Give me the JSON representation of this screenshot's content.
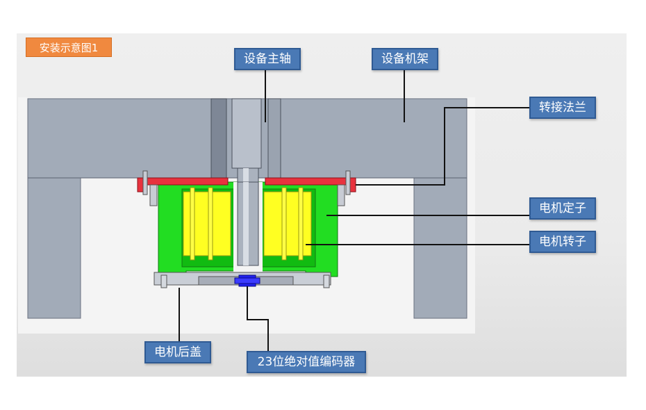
{
  "title_tag": "安装示意图1",
  "callouts": {
    "spindle": "设备主轴",
    "frame": "设备机架",
    "adapter_flange": "转接法兰",
    "stator": "电机定子",
    "rotor": "电机转子",
    "rear_cover": "电机后盖",
    "encoder": "23位绝对值编码器"
  },
  "colors": {
    "frame": "#a2abb8",
    "housing": "#22dd22",
    "coil": "#ffff22",
    "flange": "#e8323e",
    "encoder": "#2222ee",
    "callout_fill": "#4a79b5",
    "title_fill": "#f0893f"
  }
}
